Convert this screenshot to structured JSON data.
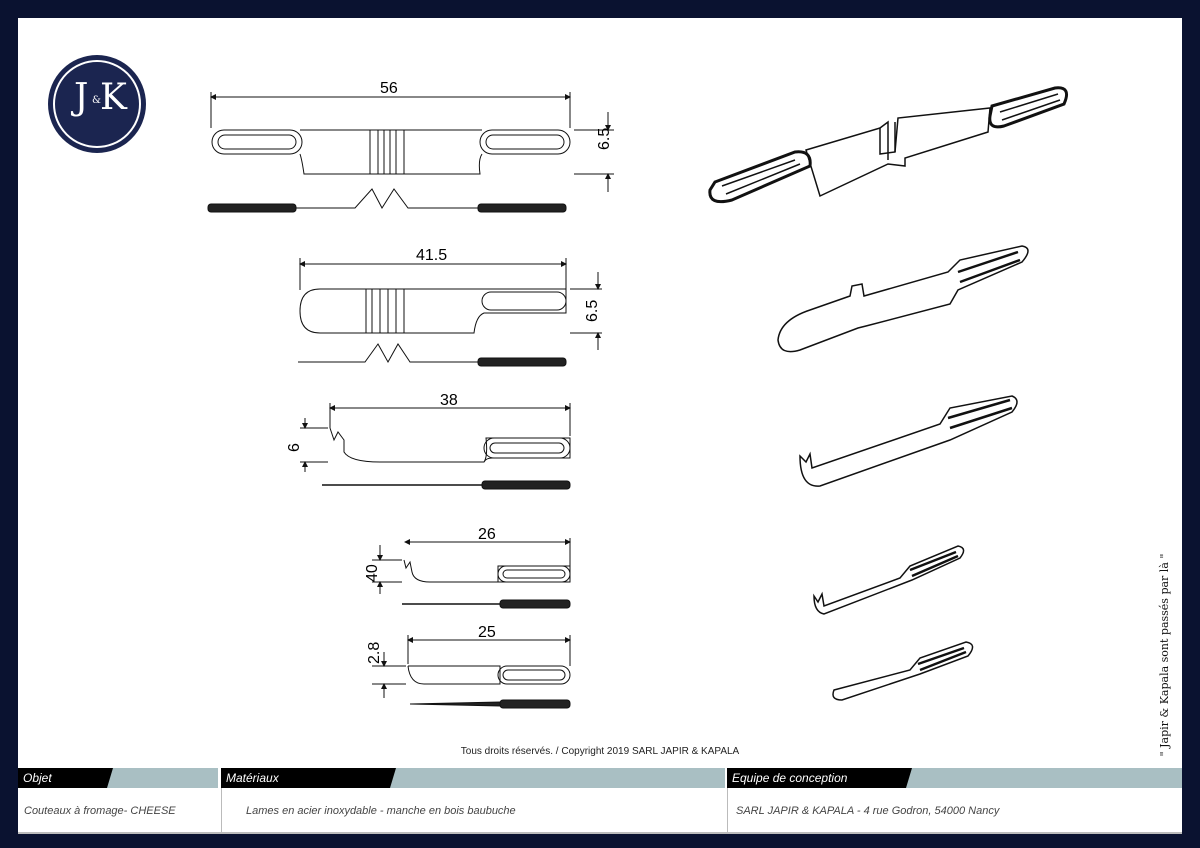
{
  "logo": {
    "text": "J&K"
  },
  "dimensions": {
    "knife1_length": "56",
    "knife1_height": "6.5",
    "knife2_length": "41.5",
    "knife2_height": "6.5",
    "knife3_length": "38",
    "knife3_height": "6",
    "knife4_length": "26",
    "knife4_height": "40",
    "knife5_length": "25",
    "knife5_height": "2.8"
  },
  "copyright": "Tous droits réservés. / Copyright 2019 SARL JAPIR & KAPALA",
  "quote": "\" Japir & Kapala sont passés par là \"",
  "footer": {
    "objet_label": "Objet",
    "objet_value": "Couteaux à fromage- CHEESE",
    "materiaux_label": "Matériaux",
    "materiaux_value": "Lames en acier inoxydable  - manche en bois baubuche",
    "equipe_label": "Equipe de conception",
    "equipe_value": "SARL JAPIR & KAPALA - 4 rue Godron, 54000 Nancy"
  }
}
